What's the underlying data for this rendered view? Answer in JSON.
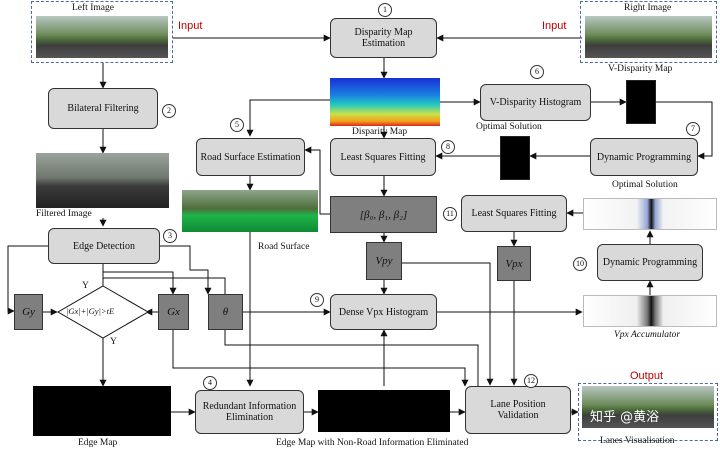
{
  "boxes": {
    "disparity_estimation": "Disparity Map Estimation",
    "bilateral_filtering": "Bilateral Filtering",
    "v_disparity_histogram": "V-Disparity Histogram",
    "road_surface_estimation": "Road Surface Estimation",
    "least_squares_fitting": "Least Squares Fitting",
    "dynamic_programming": "Dynamic Programming",
    "beta_params": "[β₀, β₁, β₂]",
    "least_squares_fitting_right": "Least Squares Fitting",
    "edge_detection": "Edge Detection",
    "vpy": "Vpy",
    "vpx": "Vpx",
    "dynamic_programming_right": "Dynamic Programming",
    "gy": "Gy",
    "gx": "Gx",
    "theta": "θ",
    "dense_histogram": "Dense Vpx Histogram",
    "redundant_elimination": "Redundant Information Elimination",
    "lane_validation": "Lane Position Validation"
  },
  "diamond": {
    "condition": "|Gx|+|Gy|>tE",
    "yes": "Y"
  },
  "labels": {
    "left_image": "Left Image",
    "right_image": "Right Image",
    "input": "Input",
    "output": "Output",
    "v_disparity_map": "V-Disparity Map",
    "disparity_map": "Disparity Map",
    "optimal_solution": "Optimal Solution",
    "filtered_image": "Filtered Image",
    "road_surface": "Road Surface",
    "vpx_accumulator": "Vpx Accumulator",
    "edge_map": "Edge Map",
    "edge_map_eliminated": "Edge Map with Non-Road Information Eliminated",
    "lanes_visualisation": "Lanes Visualisation",
    "watermark": "知乎 @黄浴"
  },
  "steps": {
    "s1": "1",
    "s2": "2",
    "s3": "3",
    "s4": "4",
    "s5": "5",
    "s6": "6",
    "s7": "7",
    "s8": "8",
    "s9": "9",
    "s10": "10",
    "s11": "11",
    "s12": "12"
  }
}
